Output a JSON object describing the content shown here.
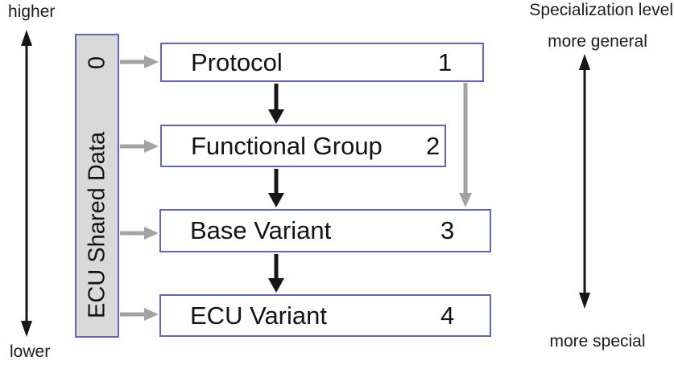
{
  "hierarchy_axis": {
    "top_label": "higher",
    "bottom_label": "lower"
  },
  "specialization_axis": {
    "title": "Specialization level",
    "top_label": "more general",
    "bottom_label": "more special"
  },
  "shared": {
    "label": "ECU Shared Data",
    "level": "0"
  },
  "levels": [
    {
      "label": "Protocol",
      "level": "1"
    },
    {
      "label": "Functional Group",
      "level": "2"
    },
    {
      "label": "Base Variant",
      "level": "3"
    },
    {
      "label": "ECU Variant",
      "level": "4"
    }
  ],
  "colors": {
    "box_border": "#5f66bb",
    "shared_fill": "#d9d9d9",
    "gray_arrow": "#a3a3a3",
    "black_arrow": "#161616",
    "text": "#171717",
    "background": "#ffffff"
  }
}
